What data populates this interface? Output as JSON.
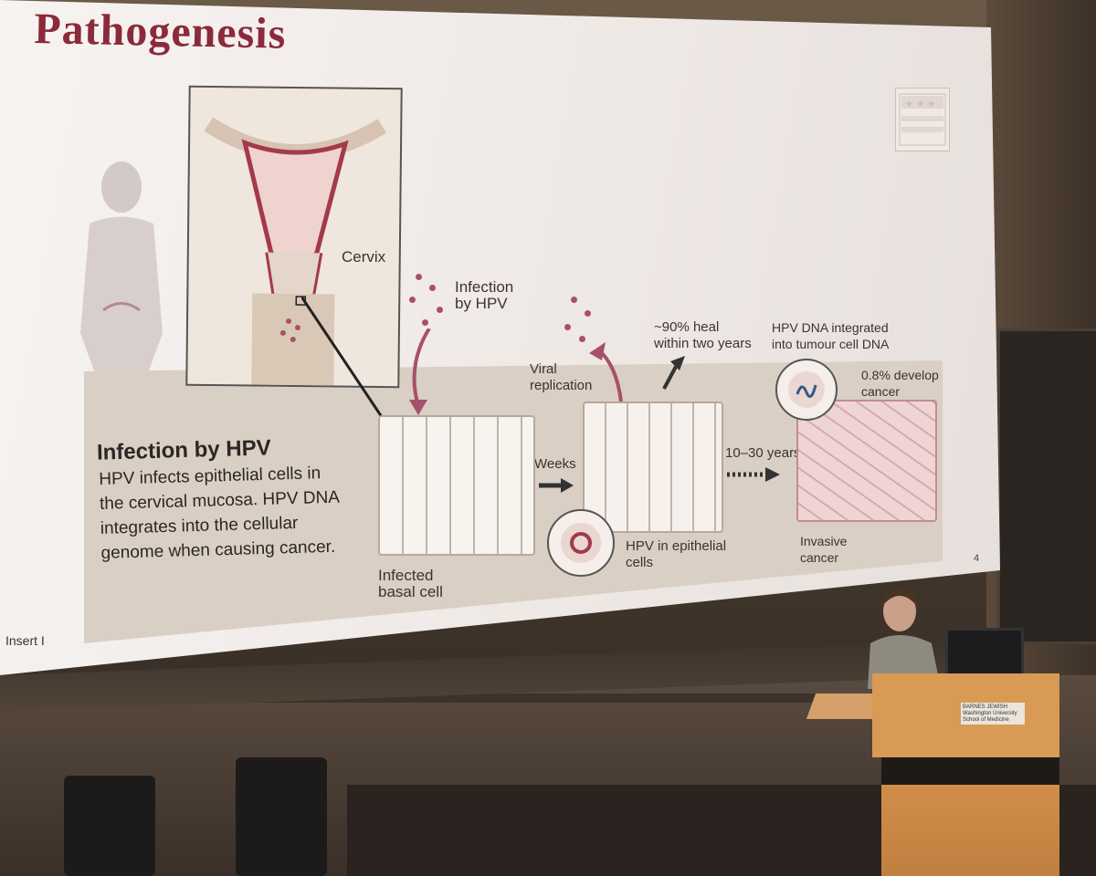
{
  "slide": {
    "title": "Pathogenesis",
    "heading": "Infection by HPV",
    "body": "HPV infects epithelial cells in\nthe cervical mucosa. HPV DNA\nintegrates into the cellular\ngenome when causing cancer.",
    "footer": "Insert I",
    "page_number": "4",
    "labels": {
      "cervix": "Cervix",
      "infection": "Infection\nby HPV",
      "viral_replication": "Viral\nreplication",
      "heal": "~90% heal\nwithin two years",
      "integrated": "HPV DNA integrated\ninto tumour cell DNA",
      "develop": "0.8% develop\ncancer",
      "weeks": "Weeks",
      "years": "10–30 years",
      "infected_basal": "Infected\nbasal cell",
      "hpv_epithelial": "HPV in epithelial\ncells",
      "invasive": "Invasive\ncancer"
    }
  },
  "podium_plate": "BARNES JEWISH Washington University School of Medicine",
  "colors": {
    "title": "#8a2a3a",
    "virus": "#a8506a",
    "panel": "#d9cfc5"
  }
}
